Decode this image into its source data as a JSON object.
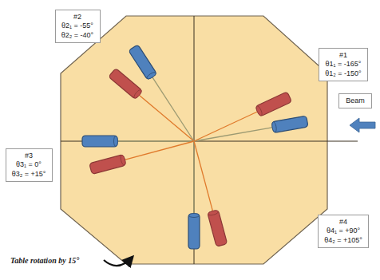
{
  "diagram": {
    "nodes": [
      {
        "text": [
          "#2",
          "θ2₁ = -55°",
          "θ2₂ = -40°"
        ]
      },
      {
        "text": [
          "#1",
          "θ1₁ = -165°",
          "θ1₂ = -150°"
        ]
      },
      {
        "text": [
          "Beam"
        ]
      },
      {
        "text": [
          "#3",
          "θ3₁ = 0°",
          "θ3₂ = +15°"
        ]
      },
      {
        "text": [
          "#4",
          "θ4₁ = +90°",
          "θ4₂ = +105°"
        ]
      },
      {
        "text": [
          "Table rotation by 15°"
        ]
      }
    ]
  }
}
